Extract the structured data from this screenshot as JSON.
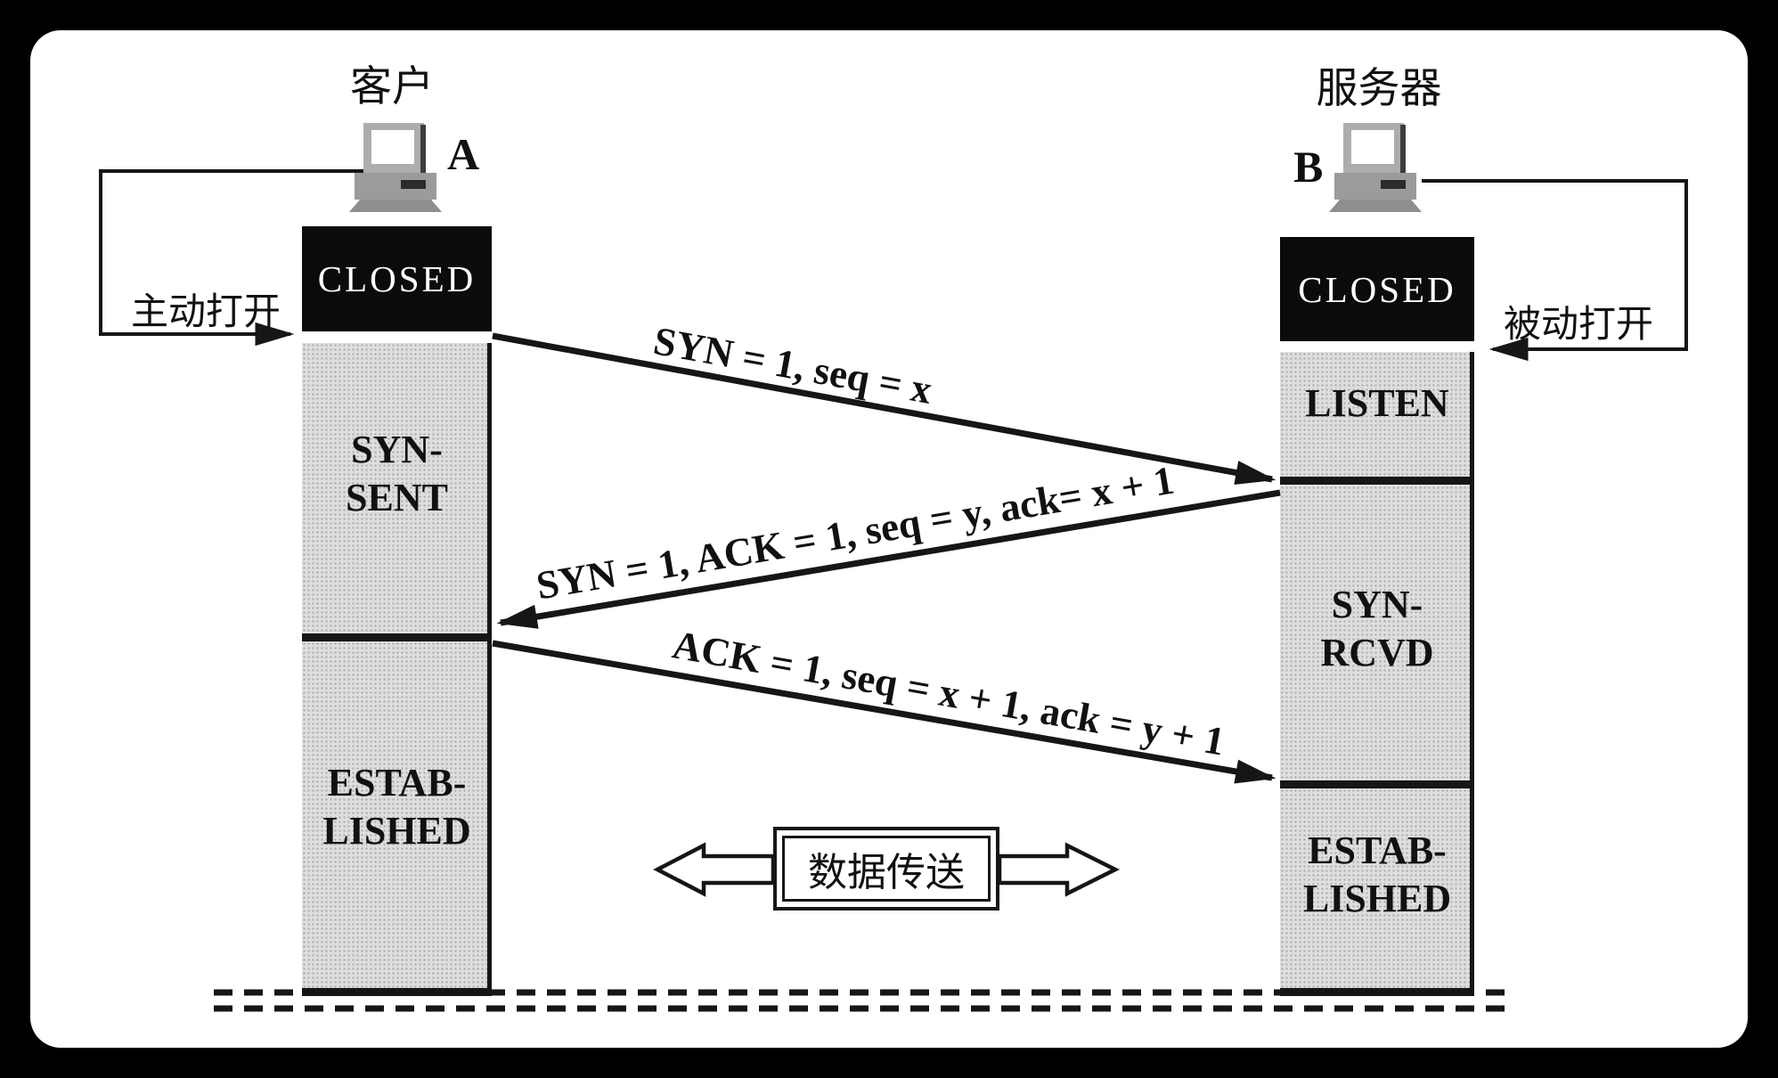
{
  "diagram": {
    "client": {
      "title": "客户",
      "node": "A",
      "action": "主动打开",
      "closed_state": "CLOSED",
      "states": [
        {
          "name": "SYN-SENT",
          "lines": [
            "SYN-",
            "SENT"
          ]
        },
        {
          "name": "ESTABLISHED",
          "lines": [
            "ESTAB-",
            "LISHED"
          ]
        }
      ]
    },
    "server": {
      "title": "服务器",
      "node": "B",
      "action": "被动打开",
      "closed_state": "CLOSED",
      "states": [
        {
          "name": "LISTEN",
          "lines": [
            "LISTEN"
          ]
        },
        {
          "name": "SYN-RCVD",
          "lines": [
            "SYN-",
            "RCVD"
          ]
        },
        {
          "name": "ESTABLISHED",
          "lines": [
            "ESTAB-",
            "LISHED"
          ]
        }
      ]
    },
    "messages": [
      {
        "label": "SYN = 1, seq = x"
      },
      {
        "label": "SYN = 1, ACK = 1, seq = y, ack= x + 1"
      },
      {
        "label": "ACK = 1, seq = x + 1, ack = y + 1"
      }
    ],
    "transfer": {
      "label": "数据传送"
    },
    "colors": {
      "ink": "#161616",
      "paper": "#ffffff",
      "column_fill": "#dedede",
      "closed_fill": "#0b0b0b"
    }
  }
}
